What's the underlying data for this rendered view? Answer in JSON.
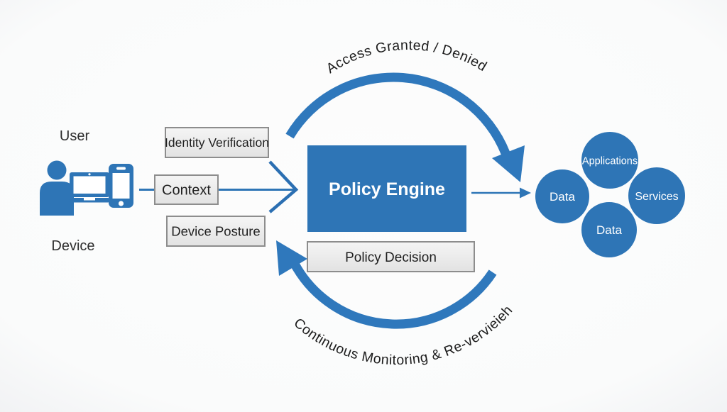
{
  "title": "Zero trust policy engine diagram",
  "actors": {
    "user": "User",
    "device": "Device",
    "icons": [
      "person-icon",
      "laptop-icon",
      "smartphone-icon"
    ]
  },
  "boxes": {
    "identity_verification": "Identity Verification",
    "context": "Context",
    "device_posture": "Device Posture",
    "policy_engine": "Policy Engine",
    "policy_decision": "Policy Decision"
  },
  "flows": {
    "access": "Access Granted / Denied",
    "monitoring": "Continuous Monitoring & Re-vervieieh"
  },
  "resources": {
    "applications": "Applications",
    "data_left": "Data",
    "services": "Services",
    "data_bottom": "Data"
  },
  "colors": {
    "primary_blue": "#2E75B6",
    "arc_blue": "#2F78BC",
    "box_border": "#8d8d8d",
    "label_dark": "#1f1f1f",
    "engine_text": "#ffffff",
    "background": "#f7f8f9"
  }
}
